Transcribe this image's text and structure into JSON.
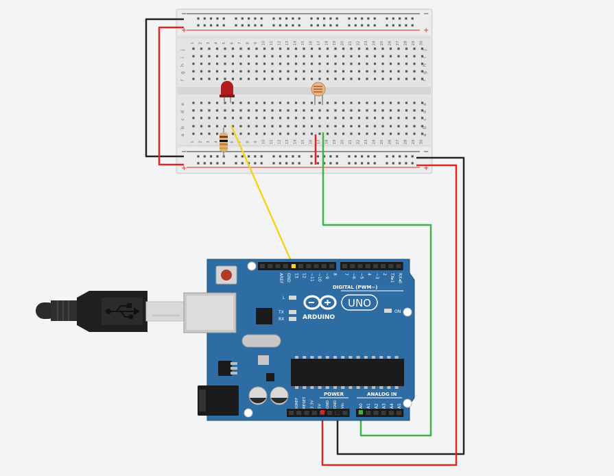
{
  "colors": {
    "background": "#f3f4f6",
    "board": "#2e6da4",
    "breadboard": "#e6e6e6",
    "wire_black": "#222222",
    "wire_red": "#e02424",
    "wire_yellow": "#f2d41c",
    "wire_green": "#3fb34a"
  },
  "breadboard": {
    "rail_minus": "−",
    "rail_plus": "+",
    "rows_top": [
      "j",
      "i",
      "h",
      "g",
      "f"
    ],
    "rows_bottom": [
      "e",
      "d",
      "c",
      "b",
      "a"
    ],
    "columns": [
      "1",
      "2",
      "3",
      "4",
      "5",
      "6",
      "7",
      "8",
      "9",
      "10",
      "11",
      "12",
      "13",
      "14",
      "15",
      "16",
      "17",
      "18",
      "19",
      "20",
      "21",
      "22",
      "23",
      "24",
      "25",
      "26",
      "27",
      "28",
      "29",
      "30"
    ]
  },
  "components": {
    "led": "red-led",
    "resistor": "resistor",
    "ldr": "photoresistor",
    "usb": "usb-b-cable"
  },
  "arduino": {
    "aref": "AREF",
    "gnd": "GND",
    "digital_pins": [
      "13",
      "12",
      "~11",
      "~10",
      "~9",
      "8",
      "7",
      "~6",
      "~5",
      "4",
      "~3",
      "2",
      "TX▸1",
      "RX◂0"
    ],
    "digital_label": "DIGITAL (PWM~)",
    "logo_text": "ARDUINO",
    "model": "UNO",
    "led_l": "L",
    "led_tx": "TX",
    "led_rx": "RX",
    "led_on": "ON",
    "power_label": "POWER",
    "power_pins": [
      "IOREF",
      "RESET",
      "3.3V",
      "5V",
      "GND",
      "GND",
      "Vin"
    ],
    "analog_label": "ANALOG IN",
    "analog_pins": [
      "A0",
      "A1",
      "A2",
      "A3",
      "A4",
      "A5"
    ]
  }
}
